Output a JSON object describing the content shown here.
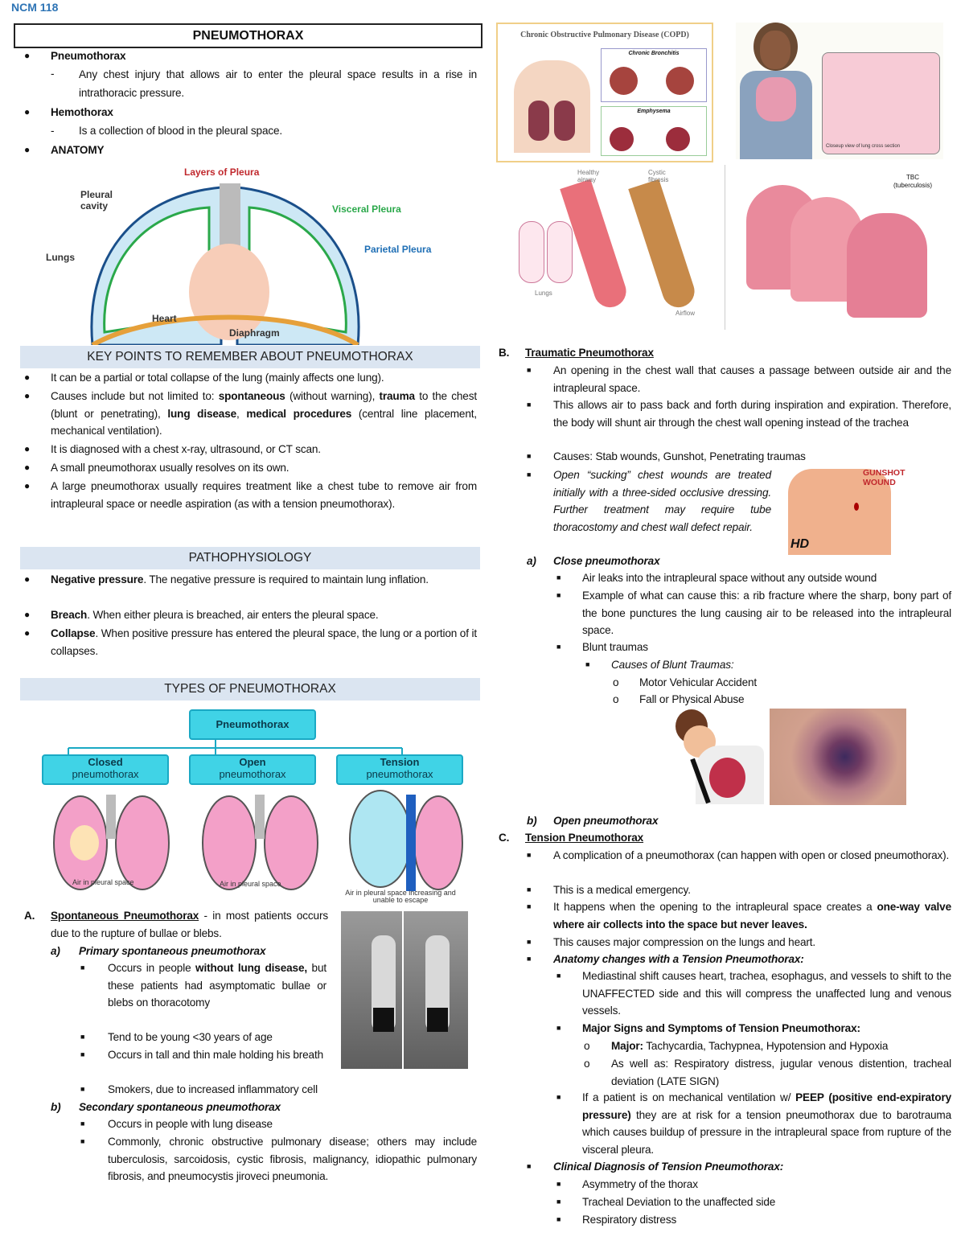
{
  "header": {
    "course": "NCM 118",
    "title": "PNEUMOTHORAX"
  },
  "intro": [
    {
      "term": "Pneumothorax",
      "def": "Any chest injury that allows air to enter the pleural space results in a rise in intrathoracic pressure."
    },
    {
      "term": "Hemothorax",
      "def": "Is a collection of blood in the pleural space."
    },
    {
      "term": "ANATOMY"
    }
  ],
  "pleura_diagram": {
    "title": "Layers of Pleura",
    "labels": [
      "Pleural cavity",
      "Visceral Pleura",
      "Parietal Pleura",
      "Lungs",
      "Heart",
      "Diaphragm"
    ]
  },
  "key_points": {
    "heading": "KEY POINTS TO REMEMBER ABOUT PNEUMOTHORAX",
    "p1": "It can be a partial or total collapse of the lung (mainly affects one lung).",
    "p2": [
      "Causes include but not limited to: ",
      "spontaneous",
      " (without warning), ",
      "trauma",
      " to the chest (blunt or penetrating), ",
      "lung disease",
      ", ",
      "medical procedures",
      " (central line placement, mechanical ventilation)."
    ],
    "p3": "It is diagnosed with a chest x-ray, ultrasound, or CT scan.",
    "p4": "A small pneumothorax usually resolves on its own.",
    "p5": "A large pneumothorax usually requires treatment like a chest tube to remove air from intrapleural space or needle aspiration (as with a tension pneumothorax)."
  },
  "pathophysiology": {
    "heading": "PATHOPHYSIOLOGY",
    "items": [
      {
        "term": "Negative pressure",
        "text": ". The negative pressure is required to maintain lung inflation."
      },
      {
        "term": "Breach",
        "text": ". When either pleura is breached, air enters the pleural space."
      },
      {
        "term": "Collapse",
        "text": ". When positive pressure has entered the pleural space, the lung or a portion of it collapses."
      }
    ]
  },
  "types": {
    "heading": "TYPES OF PNEUMOTHORAX",
    "root": "Pneumothorax",
    "children": [
      {
        "title": "Closed",
        "sub": "pneumothorax",
        "caption": "Air in pleural space"
      },
      {
        "title": "Open",
        "sub": "pneumothorax",
        "caption": "Air in pleural space"
      },
      {
        "title": "Tension",
        "sub": "pneumothorax",
        "caption": "Air in pleural space increasing and unable to escape"
      }
    ]
  },
  "section_a": {
    "letter": "A.",
    "title": "Spontaneous Pneumothorax",
    "intro": " - in most patients occurs due to the rupture of bullae or blebs.",
    "a_label": "a)",
    "a_title": "Primary spontaneous pneumothorax",
    "a_items": {
      "i1": [
        "Occurs in people ",
        "without lung disease,",
        " but these patients had asymptomatic bullae or blebs on thoracotomy"
      ],
      "i2": "Tend to be young <30 years of age",
      "i3": "Occurs in tall and thin male holding his breath",
      "i4": "Smokers, due to increased inflammatory cell"
    },
    "b_label": "b)",
    "b_title": "Secondary spontaneous pneumothorax",
    "b_items": [
      "Occurs in people with lung disease",
      "Commonly, chronic obstructive pulmonary disease; others may include tuberculosis, sarcoidosis, cystic fibrosis, malignancy, idiopathic pulmonary fibrosis, and pneumocystis jiroveci pneumonia."
    ]
  },
  "images": {
    "copd_title": "Chronic Obstructive Pulmonary Disease (COPD)",
    "copd_bronchitis": "Chronic Bronchitis",
    "copd_emphysema": "Emphysema",
    "tb_closeup": "Closeup view of lung cross section",
    "cf_healthy": "Healthy airway",
    "cf_cystic": "Cystic fibrosis",
    "cf_lungs": "Lungs",
    "cf_airflow": "Airflow",
    "tbc_title": "TBC (tuberculosis)",
    "gunshot_title": "GUNSHOT WOUND",
    "gunshot_logo": "HD"
  },
  "section_b": {
    "letter": "B.",
    "title": "Traumatic Pneumothorax",
    "items": [
      "An opening in the chest wall that causes a passage between outside air and the intrapleural space.",
      "This allows air to pass back and forth during inspiration and expiration. Therefore, the body will shunt air through the chest wall opening instead of the trachea",
      "Causes: Stab wounds, Gunshot, Penetrating traumas",
      "Open “sucking” chest wounds are treated initially with a three-sided occlusive dressing. Further treatment may require tube thoracostomy and chest wall defect repair."
    ],
    "a_label": "a)",
    "a_title": "Close pneumothorax",
    "a_items": [
      "Air leaks into the intrapleural space without any outside wound",
      "Example of what can cause this: a rib fracture where the sharp, bony part of the bone punctures the lung causing air to be released into the intrapleural space.",
      "Blunt traumas"
    ],
    "causes_title": "Causes of Blunt Traumas:",
    "causes": [
      "Motor Vehicular Accident",
      "Fall or Physical Abuse"
    ],
    "b_label": "b)",
    "b_title": "Open pneumothorax"
  },
  "section_c": {
    "letter": "C.",
    "title": "Tension Pneumothorax",
    "i1": "A complication of a pneumothorax (can happen with open or closed pneumothorax).",
    "i2": "This is a medical emergency.",
    "i3": [
      "It happens when the opening to the intrapleural space creates a ",
      "one-way valve where air collects into the space but never leaves."
    ],
    "i4": "This causes major compression on the lungs and heart.",
    "anatomy_title": "Anatomy changes with a Tension Pneumothorax:",
    "anatomy_1": "Mediastinal shift causes heart, trachea, esophagus, and vessels to shift to the UNAFFECTED side and this will compress the unaffected lung and venous vessels.",
    "signs_title": "Major Signs and Symptoms of Tension Pneumothorax:",
    "sign_major": [
      "Major:",
      " Tachycardia, Tachypnea, Hypotension and Hypoxia"
    ],
    "sign_also": "As well as: Respiratory distress, jugular venous distention, tracheal deviation (LATE SIGN)",
    "peep": [
      "If a patient is on mechanical ventilation w/ ",
      "PEEP (positive end-expiratory pressure)",
      " they are at risk for a tension pneumothorax due to barotrauma which causes buildup of pressure in the intrapleural space from rupture of the visceral pleura."
    ],
    "clinical_title": "Clinical Diagnosis of Tension Pneumothorax:",
    "clinical": [
      "Asymmetry of the thorax",
      "Tracheal Deviation to the unaffected side",
      "Respiratory distress"
    ]
  },
  "colors": {
    "course": "#2e74b5",
    "section_band": "#dbe5f1",
    "box_cyan": "#40d3e6",
    "pleura_red": "#c0282d",
    "pleura_green": "#2aa84a",
    "pleura_blue": "#1f6fb5"
  }
}
